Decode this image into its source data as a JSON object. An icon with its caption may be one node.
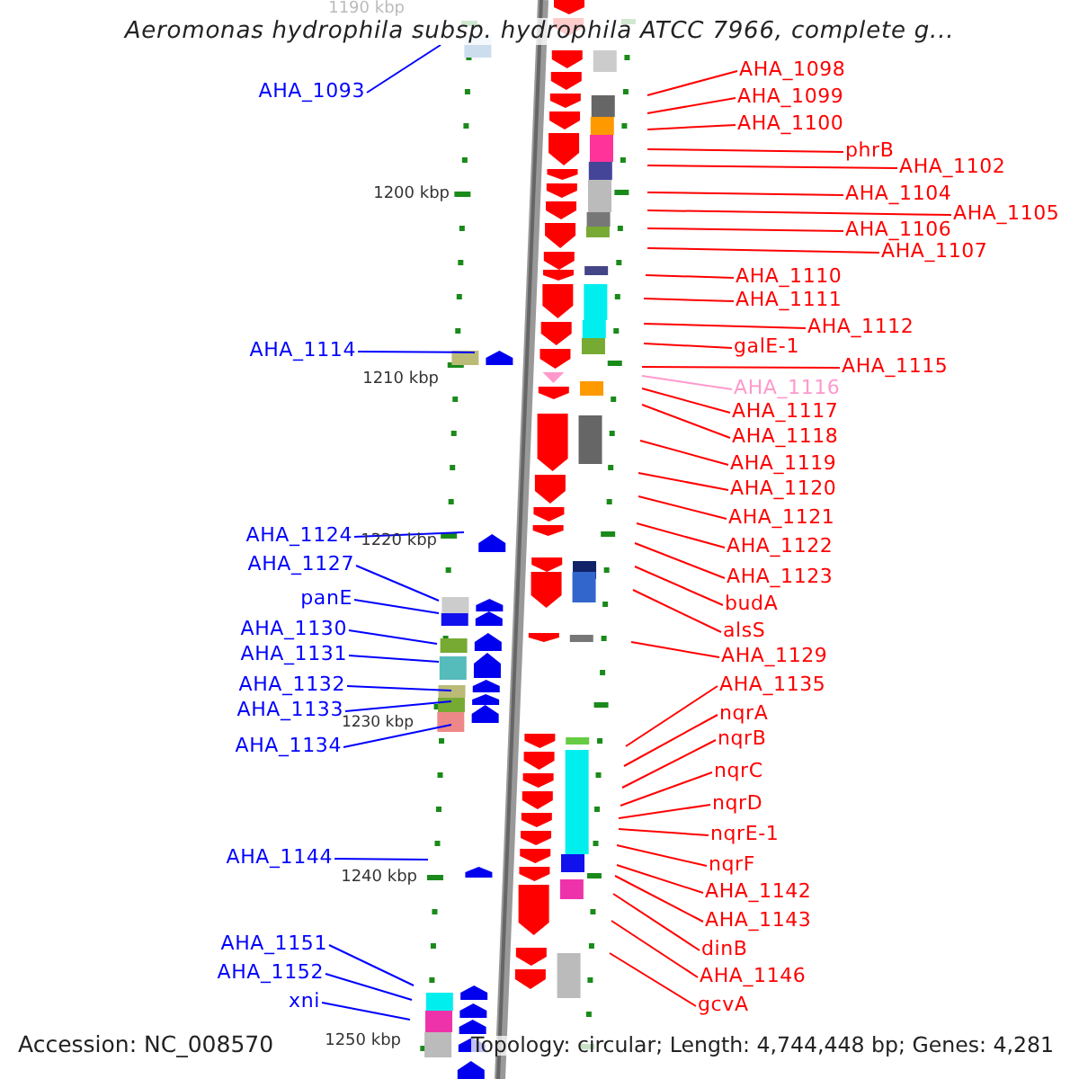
{
  "diagram": {
    "title": "Aeromonas hydrophila subsp. hydrophila ATCC 7966, complete g...",
    "nodes": [
      {
        "text": [
          "AHA_1093"
        ]
      },
      {
        "text": [
          "AHA_1114"
        ]
      },
      {
        "text": [
          "AHA_1124"
        ]
      },
      {
        "text": [
          "AHA_1127"
        ]
      },
      {
        "text": [
          "panE"
        ]
      },
      {
        "text": [
          "AHA_1130"
        ]
      },
      {
        "text": [
          "AHA_1131"
        ]
      },
      {
        "text": [
          "AHA_1132"
        ]
      },
      {
        "text": [
          "AHA_1133"
        ]
      },
      {
        "text": [
          "AHA_1134"
        ]
      },
      {
        "text": [
          "AHA_1144"
        ]
      },
      {
        "text": [
          "AHA_1151"
        ]
      },
      {
        "text": [
          "AHA_1152"
        ]
      },
      {
        "text": [
          "xni"
        ]
      },
      {
        "text": [
          "AHA_1098"
        ]
      },
      {
        "text": [
          "AHA_1099"
        ]
      },
      {
        "text": [
          "AHA_1100"
        ]
      },
      {
        "text": [
          "phrB"
        ]
      },
      {
        "text": [
          "AHA_1102"
        ]
      },
      {
        "text": [
          "AHA_1104"
        ]
      },
      {
        "text": [
          "AHA_1105"
        ]
      },
      {
        "text": [
          "AHA_1106"
        ]
      },
      {
        "text": [
          "AHA_1107"
        ]
      },
      {
        "text": [
          "AHA_1110"
        ]
      },
      {
        "text": [
          "AHA_1111"
        ]
      },
      {
        "text": [
          "AHA_1112"
        ]
      },
      {
        "text": [
          "galE-1"
        ]
      },
      {
        "text": [
          "AHA_1115"
        ]
      },
      {
        "text": [
          "AHA_1116"
        ]
      },
      {
        "text": [
          "AHA_1117"
        ]
      },
      {
        "text": [
          "AHA_1118"
        ]
      },
      {
        "text": [
          "AHA_1119"
        ]
      },
      {
        "text": [
          "AHA_1120"
        ]
      },
      {
        "text": [
          "AHA_1121"
        ]
      },
      {
        "text": [
          "AHA_1122"
        ]
      },
      {
        "text": [
          "AHA_1123"
        ]
      },
      {
        "text": [
          "budA"
        ]
      },
      {
        "text": [
          "alsS"
        ]
      },
      {
        "text": [
          "AHA_1129"
        ]
      },
      {
        "text": [
          "AHA_1135"
        ]
      },
      {
        "text": [
          "nqrA"
        ]
      },
      {
        "text": [
          "nqrB"
        ]
      },
      {
        "text": [
          "nqrC"
        ]
      },
      {
        "text": [
          "nqrD"
        ]
      },
      {
        "text": [
          "nqrE-1"
        ]
      },
      {
        "text": [
          "nqrF"
        ]
      },
      {
        "text": [
          "AHA_1142"
        ]
      },
      {
        "text": [
          "AHA_1143"
        ]
      },
      {
        "text": [
          "dinB"
        ]
      },
      {
        "text": [
          "AHA_1146"
        ]
      },
      {
        "text": [
          "gcvA"
        ]
      }
    ],
    "edges": [
      {
        "from": 0,
        "to": null,
        "arrow": "none",
        "color": "#0000ff"
      },
      {
        "from": 1,
        "to": null,
        "arrow": "none",
        "color": "#0000ff"
      },
      {
        "from": 2,
        "to": null,
        "arrow": "none",
        "color": "#0000ff"
      },
      {
        "from": 3,
        "to": null,
        "arrow": "none",
        "color": "#0000ff"
      },
      {
        "from": 4,
        "to": null,
        "arrow": "none",
        "color": "#0000ff"
      },
      {
        "from": 5,
        "to": null,
        "arrow": "none",
        "color": "#0000ff"
      },
      {
        "from": 6,
        "to": null,
        "arrow": "none",
        "color": "#0000ff"
      },
      {
        "from": 7,
        "to": null,
        "arrow": "none",
        "color": "#0000ff"
      },
      {
        "from": 8,
        "to": null,
        "arrow": "none",
        "color": "#0000ff"
      },
      {
        "from": 9,
        "to": null,
        "arrow": "none",
        "color": "#0000ff"
      },
      {
        "from": 10,
        "to": null,
        "arrow": "none",
        "color": "#0000ff"
      },
      {
        "from": 11,
        "to": null,
        "arrow": "none",
        "color": "#0000ff"
      },
      {
        "from": 12,
        "to": null,
        "arrow": "none",
        "color": "#0000ff"
      },
      {
        "from": 13,
        "to": null,
        "arrow": "none",
        "color": "#0000ff"
      },
      {
        "from": 14,
        "to": null,
        "arrow": "none"
      },
      {
        "from": 15,
        "to": null,
        "arrow": "none"
      },
      {
        "from": 16,
        "to": null,
        "arrow": "none"
      },
      {
        "from": 17,
        "to": null,
        "arrow": "none"
      },
      {
        "from": 18,
        "to": null,
        "arrow": "none"
      },
      {
        "from": 19,
        "to": null,
        "arrow": "none"
      },
      {
        "from": 20,
        "to": null,
        "arrow": "none"
      },
      {
        "from": 21,
        "to": null,
        "arrow": "none"
      },
      {
        "from": 22,
        "to": null,
        "arrow": "none"
      },
      {
        "from": 23,
        "to": null,
        "arrow": "none"
      },
      {
        "from": 24,
        "to": null,
        "arrow": "none"
      },
      {
        "from": 25,
        "to": null,
        "arrow": "none"
      },
      {
        "from": 26,
        "to": null,
        "arrow": "none"
      },
      {
        "from": 27,
        "to": null,
        "arrow": "none"
      },
      {
        "from": 28,
        "to": null,
        "arrow": "none",
        "color": "#ff99cc"
      },
      {
        "from": 29,
        "to": null,
        "arrow": "none"
      },
      {
        "from": 30,
        "to": null,
        "arrow": "none"
      },
      {
        "from": 31,
        "to": null,
        "arrow": "none"
      },
      {
        "from": 32,
        "to": null,
        "arrow": "none"
      },
      {
        "from": 33,
        "to": null,
        "arrow": "none"
      },
      {
        "from": 34,
        "to": null,
        "arrow": "none"
      },
      {
        "from": 35,
        "to": null,
        "arrow": "none"
      },
      {
        "from": 36,
        "to": null,
        "arrow": "none"
      },
      {
        "from": 37,
        "to": null,
        "arrow": "none"
      },
      {
        "from": 38,
        "to": null,
        "arrow": "none"
      },
      {
        "from": 39,
        "to": null,
        "arrow": "none"
      },
      {
        "from": 40,
        "to": null,
        "arrow": "none"
      },
      {
        "from": 41,
        "to": null,
        "arrow": "none"
      },
      {
        "from": 42,
        "to": null,
        "arrow": "none"
      },
      {
        "from": 43,
        "to": null,
        "arrow": "none"
      },
      {
        "from": 44,
        "to": null,
        "arrow": "none"
      },
      {
        "from": 45,
        "to": null,
        "arrow": "none"
      },
      {
        "from": 46,
        "to": null,
        "arrow": "none"
      },
      {
        "from": 47,
        "to": null,
        "arrow": "none"
      },
      {
        "from": 48,
        "to": null,
        "arrow": "none"
      },
      {
        "from": 49,
        "to": null,
        "arrow": "none"
      },
      {
        "from": 50,
        "to": null,
        "arrow": "none"
      }
    ],
    "labels": [
      "1190 kbp",
      "1200 kbp",
      "1210 kbp",
      "1220 kbp",
      "1230 kbp",
      "1240 kbp",
      "1250 kbp",
      "Accession: NC_008570",
      "Topology: circular; Length: 4,744,448 bp; Genes: 4,281"
    ]
  }
}
